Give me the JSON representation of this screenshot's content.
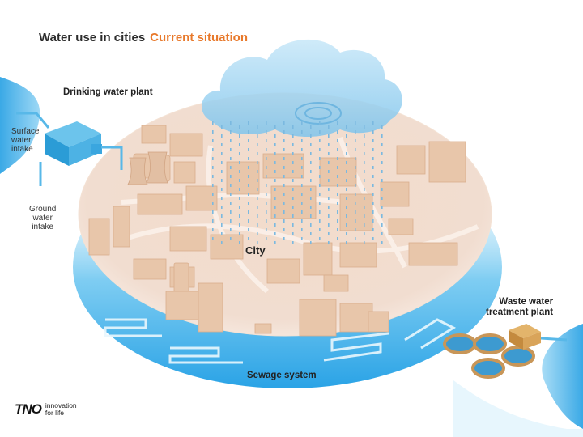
{
  "header": {
    "title": "Water use in cities",
    "subtitle": "Current situation"
  },
  "labels": {
    "drinking_water_plant": "Drinking water plant",
    "surface_water_intake": [
      "Surface",
      "water",
      "intake"
    ],
    "ground_water_intake": [
      "Ground",
      "water",
      "intake"
    ],
    "city": "City",
    "waste_water_treatment_plant": [
      "Waste water",
      "treatment plant"
    ],
    "sewage_system": "Sewage system"
  },
  "brand": {
    "logo": "TNO",
    "tagline": [
      "innovation",
      "for life"
    ]
  },
  "colors": {
    "title": "#2b2b2b",
    "subtitle_accent": "#e8792b",
    "city_base": "#f2dccb",
    "buildings": "#e6c2a5",
    "water": "#3fb0ea",
    "cloud": "#8fcdf0",
    "treatment_tanks": "#3d9ad0",
    "treatment_building": "#d9a45a"
  },
  "icons": [
    "cloud-icon",
    "stadium-icon",
    "plant-icon",
    "tank-icon",
    "sewage-pipe-icon"
  ]
}
